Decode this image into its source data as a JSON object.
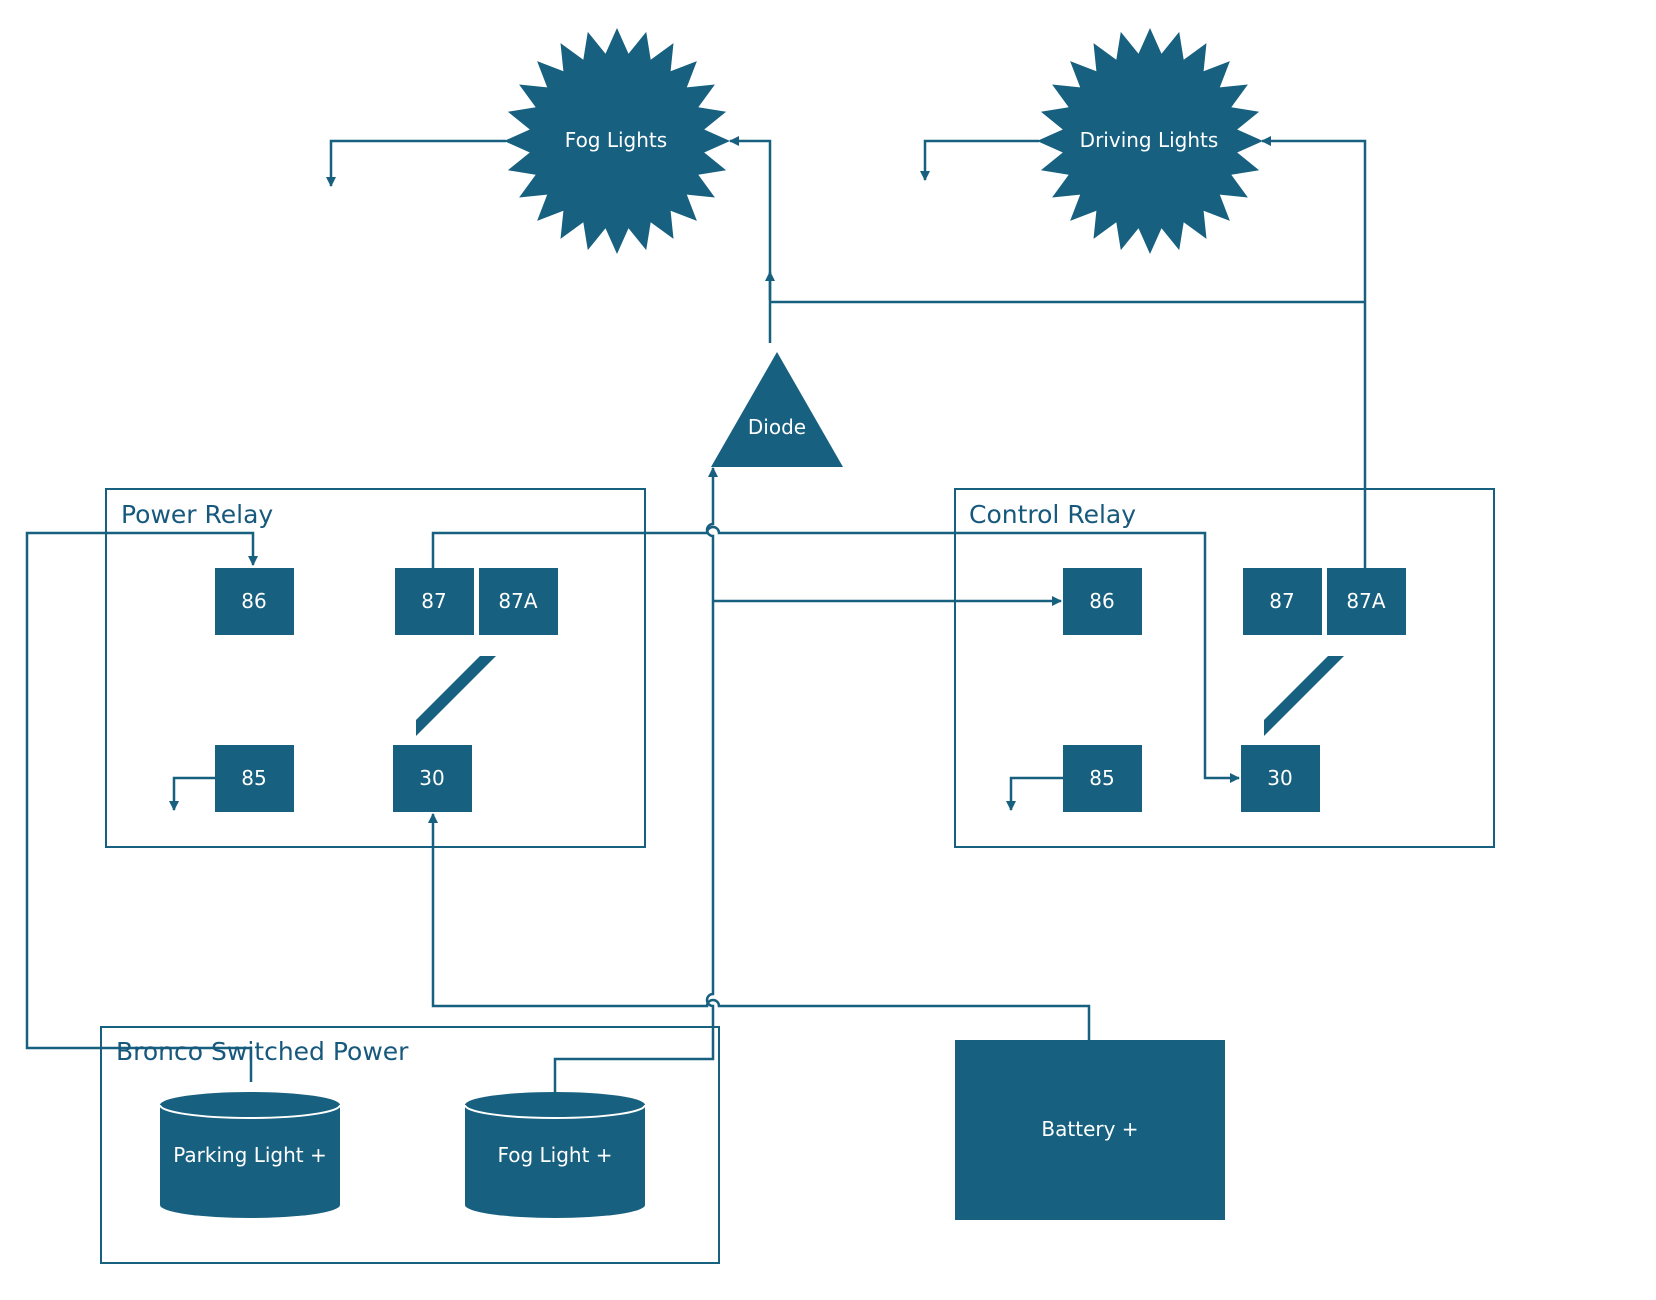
{
  "colors": {
    "primary": "#17607f",
    "title_text": "#17587d",
    "node_text": "#ffffff",
    "background": "#ffffff"
  },
  "groups": {
    "power_relay": "Power Relay",
    "control_relay": "Control Relay",
    "bronco_switched_power": "Bronco Switched Power"
  },
  "lights": {
    "fog": "Fog Lights",
    "driving": "Driving Lights"
  },
  "diode": "Diode",
  "power_relay": {
    "pin_86": "86",
    "pin_87": "87",
    "pin_87a": "87A",
    "pin_85": "85",
    "pin_30": "30"
  },
  "control_relay": {
    "pin_86": "86",
    "pin_87": "87",
    "pin_87a": "87A",
    "pin_85": "85",
    "pin_30": "30"
  },
  "sources": {
    "parking_light": "Parking Light +",
    "fog_light": "Fog Light +",
    "battery": "Battery +"
  }
}
